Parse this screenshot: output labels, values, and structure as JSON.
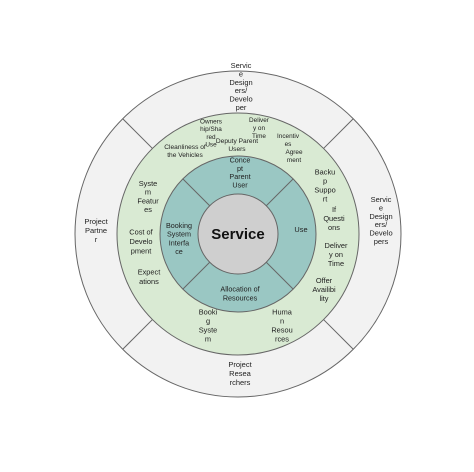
{
  "colors": {
    "background": "#ffffff",
    "outer_ring": "#f2f2f2",
    "middle_ring": "#d9ead3",
    "inner_ring": "#9ac7c3",
    "core": "#cfcfcf",
    "stroke": "#666666",
    "text": "#222222"
  },
  "core": {
    "label": "Service"
  },
  "outer_ring": [
    {
      "id": "top",
      "lines": [
        "Servic",
        "e",
        "Design",
        "ers/",
        "Develo",
        "per"
      ]
    },
    {
      "id": "right",
      "lines": [
        "Servic",
        "e",
        "Design",
        "ers/",
        "Develo",
        "pers"
      ]
    },
    {
      "id": "bottom",
      "lines": [
        "Project",
        "Resea",
        "rchers"
      ]
    },
    {
      "id": "left",
      "lines": [
        "Project",
        "Partne",
        "r"
      ]
    }
  ],
  "middle_ring": [
    {
      "id": "cleanliness",
      "lines": [
        "Cleanliness of",
        "the Vehicles"
      ]
    },
    {
      "id": "ownership",
      "lines": [
        "Owners",
        "hip/Sha",
        "red",
        "Use"
      ]
    },
    {
      "id": "delivery-top",
      "lines": [
        "Deliver",
        "y on",
        "Time"
      ]
    },
    {
      "id": "deputy",
      "lines": [
        "Deputy Parent",
        "Users"
      ]
    },
    {
      "id": "incentives",
      "lines": [
        "Incentiv",
        "es"
      ]
    },
    {
      "id": "agreement",
      "lines": [
        "Agree",
        "ment"
      ]
    },
    {
      "id": "backup",
      "lines": [
        "Backu",
        "p",
        "Suppo",
        "rt"
      ]
    },
    {
      "id": "if-questions",
      "lines": [
        "If",
        "Questi",
        "ons"
      ]
    },
    {
      "id": "delivery-right",
      "lines": [
        "Deliver",
        "y on",
        "Time"
      ]
    },
    {
      "id": "offer",
      "lines": [
        "Offer",
        "Availibi",
        "lity"
      ]
    },
    {
      "id": "human",
      "lines": [
        "Huma",
        "n",
        "Resou",
        "rces"
      ]
    },
    {
      "id": "booking",
      "lines": [
        "Booki",
        "g",
        "Syste",
        "m"
      ]
    },
    {
      "id": "expectations",
      "lines": [
        "Expect",
        "ations"
      ]
    },
    {
      "id": "cost",
      "lines": [
        "Cost of",
        "Develo",
        "pment"
      ]
    },
    {
      "id": "system-features",
      "lines": [
        "Syste",
        "m",
        "Featur",
        "es"
      ]
    }
  ],
  "inner_ring": [
    {
      "id": "concept",
      "lines": [
        "Conce",
        "pt",
        "Parent",
        "User"
      ]
    },
    {
      "id": "use",
      "lines": [
        "Use"
      ]
    },
    {
      "id": "allocation",
      "lines": [
        "Allocation of",
        "Resources"
      ]
    },
    {
      "id": "booking-interface",
      "lines": [
        "Booking",
        "System",
        "Interfa",
        "ce"
      ]
    }
  ]
}
